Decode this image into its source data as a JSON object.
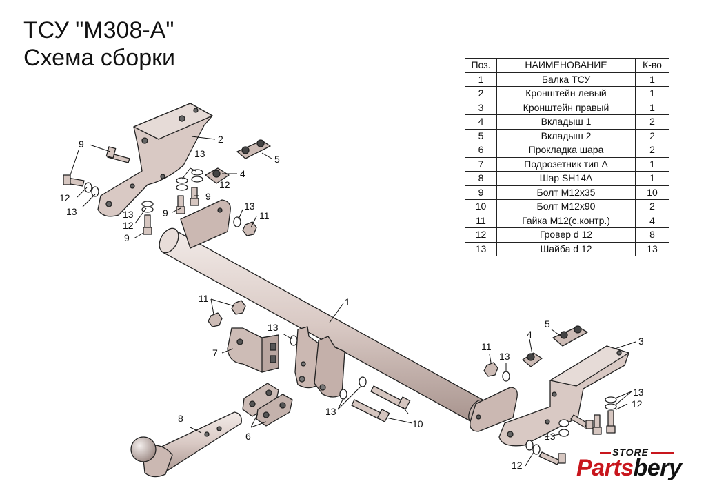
{
  "title": {
    "line1": "ТСУ \"М308-А\"",
    "line2": "Схема сборки"
  },
  "parts_table": {
    "headers": [
      "Поз.",
      "НАИМЕНОВАНИЕ",
      "К-во"
    ],
    "rows": [
      [
        "1",
        "Балка ТСУ",
        "1"
      ],
      [
        "2",
        "Кронштейн левый",
        "1"
      ],
      [
        "3",
        "Кронштейн правый",
        "1"
      ],
      [
        "4",
        "Вкладыш 1",
        "2"
      ],
      [
        "5",
        "Вкладыш 2",
        "2"
      ],
      [
        "6",
        "Прокладка шара",
        "2"
      ],
      [
        "7",
        "Подрозетник тип А",
        "1"
      ],
      [
        "8",
        "Шар SH14A",
        "1"
      ],
      [
        "9",
        "Болт М12х35",
        "10"
      ],
      [
        "10",
        "Болт М12х90",
        "2"
      ],
      [
        "11",
        "Гайка М12(с.контр.)",
        "4"
      ],
      [
        "12",
        "Гровер d 12",
        "8"
      ],
      [
        "13",
        "Шайба d 12",
        "13"
      ]
    ]
  },
  "callouts": {
    "c1": "1",
    "c2": "2",
    "c3": "3",
    "c4": "4",
    "c5": "5",
    "c6": "6",
    "c7": "7",
    "c8": "8",
    "c9": "9",
    "c10": "10",
    "c11": "11",
    "c12": "12",
    "c13": "13"
  },
  "logo": {
    "store": "STORE",
    "brand_part1": "Parts",
    "brand_part2": "bery"
  },
  "colors": {
    "part_fill": "#d9c9c4",
    "part_stroke": "#222222",
    "logo_red": "#c8161d"
  }
}
